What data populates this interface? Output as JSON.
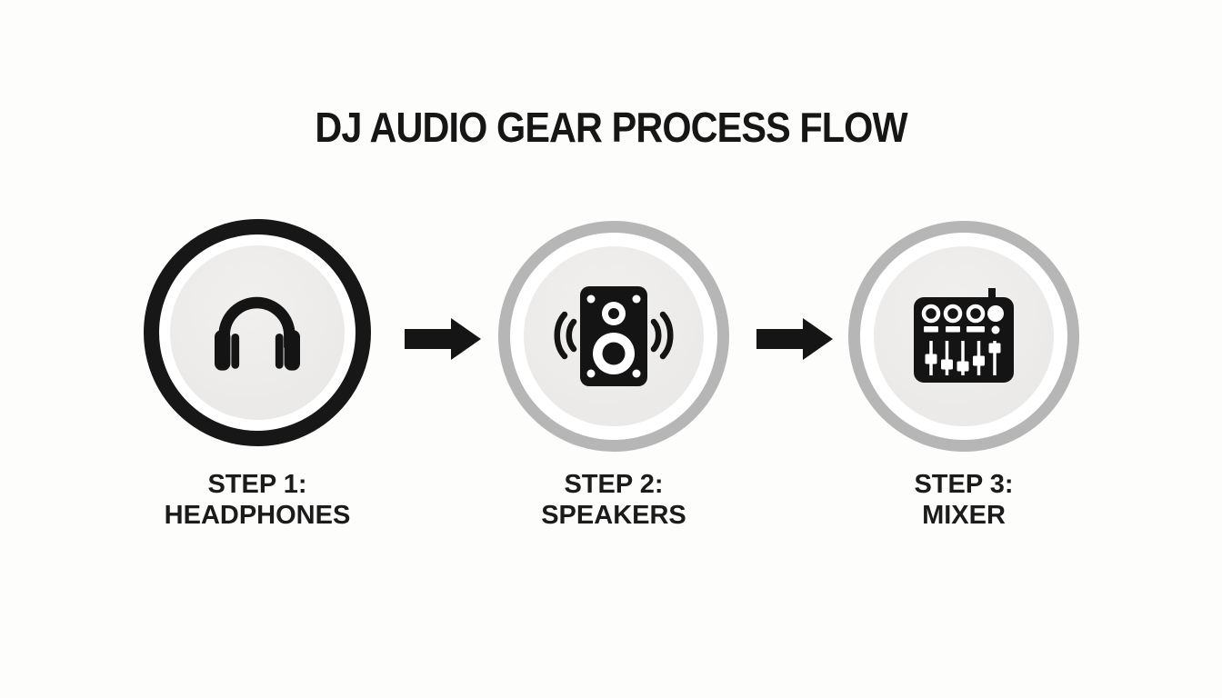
{
  "title": "DJ AUDIO GEAR PROCESS FLOW",
  "diagram_type": "process-flow",
  "colors": {
    "background": "#fdfdfc",
    "black": "#171717",
    "gray_ring": "#b6b6b6",
    "inner_circle_fill": "#eeedeb",
    "text": "#1b1b1b"
  },
  "steps": [
    {
      "order": 1,
      "step_label": "STEP 1:",
      "name": "HEADPHONES",
      "icon": "headphones-icon",
      "ring_style": "black-thick"
    },
    {
      "order": 2,
      "step_label": "STEP 2:",
      "name": "SPEAKERS",
      "icon": "speaker-icon",
      "ring_style": "gray"
    },
    {
      "order": 3,
      "step_label": "STEP 3:",
      "name": "MIXER",
      "icon": "mixer-icon",
      "ring_style": "gray"
    }
  ],
  "connectors": [
    {
      "from": 1,
      "to": 2,
      "type": "right-arrow"
    },
    {
      "from": 2,
      "to": 3,
      "type": "right-arrow"
    }
  ]
}
